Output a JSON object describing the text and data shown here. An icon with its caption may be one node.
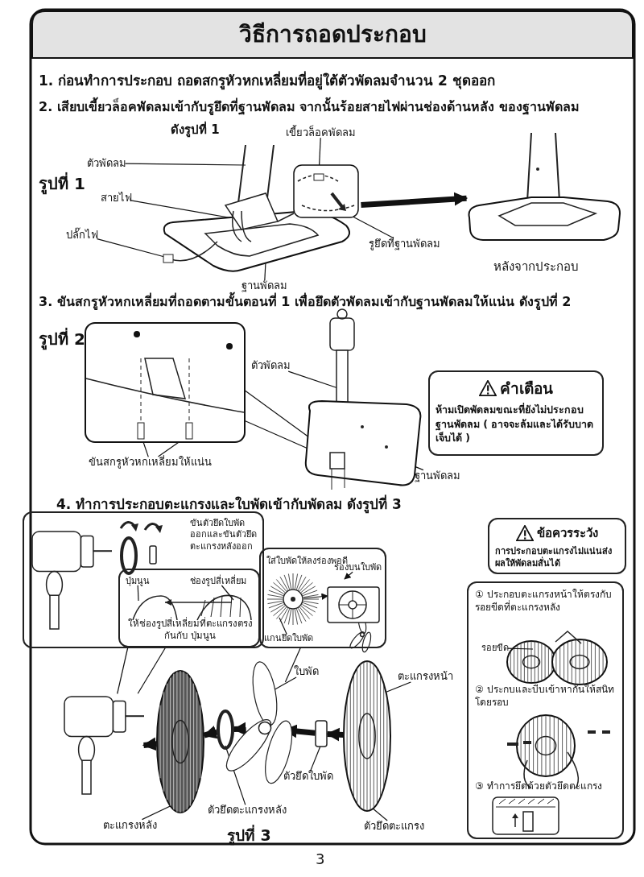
{
  "diagram": {
    "title": "วิธีการถอดประกอบ",
    "nodes": [
      {
        "text": [
          "คำเตือน",
          "ห้ามเปิดพัดลมขณะที่ยังไม่ประกอบ ฐานพัดลม ( อาจจะล้มและได้รับบาดเจ็บได้ )"
        ]
      },
      {
        "text": [
          "ข้อควรระวัง",
          "การประกอบตะแกรงไม่แน่นส่งผลให้พัดลมสั่นได้"
        ]
      },
      {
        "text": [
          "① ประกอบตะแกรงหน้าให้ตรงกับรอยขีดที่ตะแกรงหลัง",
          "② ประกบและบีบเข้าหากันให้สนิทโดยรอบ",
          "③ ทำการยึดด้วยตัวยึดตะแกรง"
        ]
      },
      {
        "text": [
          "รอยขีด"
        ],
        "in": 2
      },
      {
        "text": [
          "ขันตัวยึดใบพัดออกและขันตัวยึดตะแกรงหลังออก"
        ]
      },
      {
        "text": [
          "ให้ช่องรูปสี่เหลี่ยมที่ตะแกรงตรงกันกับ ปุ่มนูน"
        ],
        "in": 4
      },
      {
        "text": [
          "ปุ่มนูน"
        ],
        "in": 5
      },
      {
        "text": [
          "ช่องรูปสี่เหลี่ยม"
        ],
        "in": 5
      },
      {
        "text": [
          "ใส่ใบพัดให้ลงร่องพอดี"
        ]
      },
      {
        "text": [
          "ร่องบนใบพัด"
        ],
        "in": 8
      },
      {
        "text": [
          "แกนยึดใบพัด"
        ],
        "in": 8
      },
      {
        "text": [],
        "shape": "picture",
        "beside": [
          "ดังรูปที่ 1"
        ]
      },
      {
        "text": [],
        "shape": "picture",
        "beside": [
          "หลังจากประกอบ"
        ]
      },
      {
        "text": [
          "ตัวพัดลม"
        ]
      },
      {
        "text": [
          "สายไฟ"
        ]
      },
      {
        "text": [
          "ปลั๊กไฟ"
        ]
      },
      {
        "text": [
          "เขี้ยวล็อคพัดลม"
        ]
      },
      {
        "text": [
          "รูยึดที่ฐานพัดลม"
        ]
      },
      {
        "text": [
          "ฐานพัดลม"
        ]
      },
      {
        "text": [
          "ตัวพัดลม"
        ]
      },
      {
        "text": [
          "ฐานพัดลม"
        ]
      },
      {
        "text": [
          "ขันสกรูหัวหกเหลี่ยมให้แน่น"
        ]
      },
      {
        "text": [],
        "shape": "picture"
      },
      {
        "text": [],
        "shape": "picture"
      },
      {
        "text": [],
        "shape": "circle"
      },
      {
        "text": [],
        "shape": "picture"
      },
      {
        "text": [],
        "shape": "box"
      },
      {
        "text": [],
        "shape": "picture"
      },
      {
        "text": [
          "ตะแกรงหลัง"
        ]
      },
      {
        "text": [
          "ตัวยึดตะแกรงหลัง"
        ]
      },
      {
        "text": [
          "ใบพัด"
        ]
      },
      {
        "text": [
          "ตัวยึดใบพัด"
        ]
      },
      {
        "text": [
          "ตะแกรงหน้า"
        ]
      },
      {
        "text": [
          "ตัวยึดตะแกรง"
        ]
      },
      {
        "text": [],
        "shape": "picture"
      },
      {
        "text": [],
        "shape": "picture"
      },
      {
        "text": [],
        "shape": "picture",
        "in": 8
      },
      {
        "text": [],
        "shape": "picture",
        "in": 8
      }
    ],
    "edges": [
      {
        "from": 11,
        "to": 12,
        "arrow": "to",
        "style": "thick"
      },
      {
        "from": 13,
        "to": 11,
        "arrow": "none"
      },
      {
        "from": 14,
        "to": 11,
        "arrow": "none"
      },
      {
        "from": 15,
        "to": 11,
        "arrow": "none"
      },
      {
        "from": 16,
        "to": 11,
        "arrow": "none"
      },
      {
        "from": 17,
        "to": 11,
        "arrow": "none"
      },
      {
        "from": 18,
        "to": 11,
        "arrow": "none"
      },
      {
        "from": 19,
        "to": 34,
        "arrow": "none"
      },
      {
        "from": 20,
        "to": 34,
        "arrow": "none"
      },
      {
        "from": 21,
        "to": 35,
        "arrow": "none"
      },
      {
        "from": 21,
        "to": 35,
        "arrow": "none"
      },
      {
        "from": 27,
        "to": 26,
        "arrow": "to",
        "style": "thick"
      },
      {
        "from": 26,
        "to": 25,
        "arrow": "to",
        "style": "thick"
      },
      {
        "from": 25,
        "to": 24,
        "arrow": "to",
        "style": "thick"
      },
      {
        "from": 24,
        "to": 23,
        "arrow": "to",
        "style": "thick"
      },
      {
        "from": 23,
        "to": 22,
        "arrow": "to",
        "style": "thick"
      },
      {
        "from": 28,
        "to": 23,
        "arrow": "none"
      },
      {
        "from": 29,
        "to": 24,
        "arrow": "none"
      },
      {
        "from": 30,
        "to": 25,
        "arrow": "none"
      },
      {
        "from": 31,
        "to": 26,
        "arrow": "none"
      },
      {
        "from": 32,
        "to": 27,
        "arrow": "none"
      },
      {
        "from": 33,
        "to": 27,
        "arrow": "none"
      },
      {
        "from": 3,
        "to": null,
        "arrow": "none"
      },
      {
        "from": 6,
        "to": null,
        "arrow": "none"
      },
      {
        "from": 7,
        "to": null,
        "arrow": "none"
      },
      {
        "from": 9,
        "to": 37,
        "arrow": "to"
      },
      {
        "from": 10,
        "to": 36,
        "arrow": "none"
      },
      {
        "from": 4,
        "to": 22,
        "arrow": "none"
      },
      {
        "from": 5,
        "to": 22,
        "arrow": "none"
      },
      {
        "from": 8,
        "to": 25,
        "arrow": "none"
      },
      {
        "from": 35,
        "to": 34,
        "arrow": "none"
      },
      {
        "from": 35,
        "to": 34,
        "arrow": "none"
      },
      {
        "from": 36,
        "to": 37,
        "arrow": "to"
      }
    ],
    "labels": [
      "1. ก่อนทำการประกอบ ถอดสกรูหัวหกเหลี่ยมที่อยู่ใต้ตัวพัดลมจำนวน 2 ชุดออก",
      "2. เสียบเขี้ยวล็อคพัดลมเข้ากับรูยึดที่ฐานพัดลม จากนั้นร้อยสายไฟผ่านช่องด้านหลัง ของฐานพัดลม",
      "รูปที่ 1",
      "3. ขันสกรูหัวหกเหลี่ยมที่ถอดตามขั้นตอนที่ 1 เพื่อยึดตัวพัดลมเข้ากับฐานพัดลมให้แน่น ดังรูปที่ 2",
      "รูปที่ 2",
      "4. ทำการประกอบตะแกรงและใบพัดเข้ากับพัดลม ดังรูปที่ 3",
      "รูปที่ 3",
      "3"
    ]
  }
}
